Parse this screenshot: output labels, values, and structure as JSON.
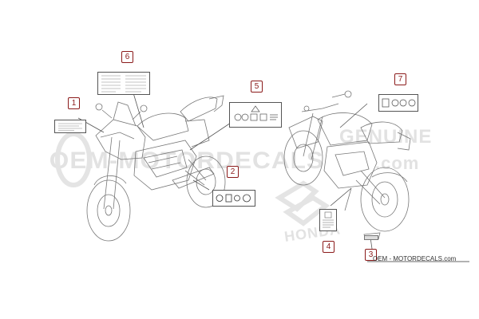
{
  "callouts": [
    {
      "number": "1"
    },
    {
      "number": "2"
    },
    {
      "number": "3"
    },
    {
      "number": "4"
    },
    {
      "number": "5"
    },
    {
      "number": "6"
    },
    {
      "number": "7"
    }
  ],
  "watermark": {
    "left_text": "OEM-MOTORDECALS",
    "right_text_1": "GENUINE",
    "right_text_2": ".com",
    "brand": "HONDA"
  },
  "credit": "OEM - MOTORDECALS.com",
  "colors": {
    "callout": "#8b1a1a",
    "line": "#555555",
    "watermark": "#e2e2e2"
  }
}
